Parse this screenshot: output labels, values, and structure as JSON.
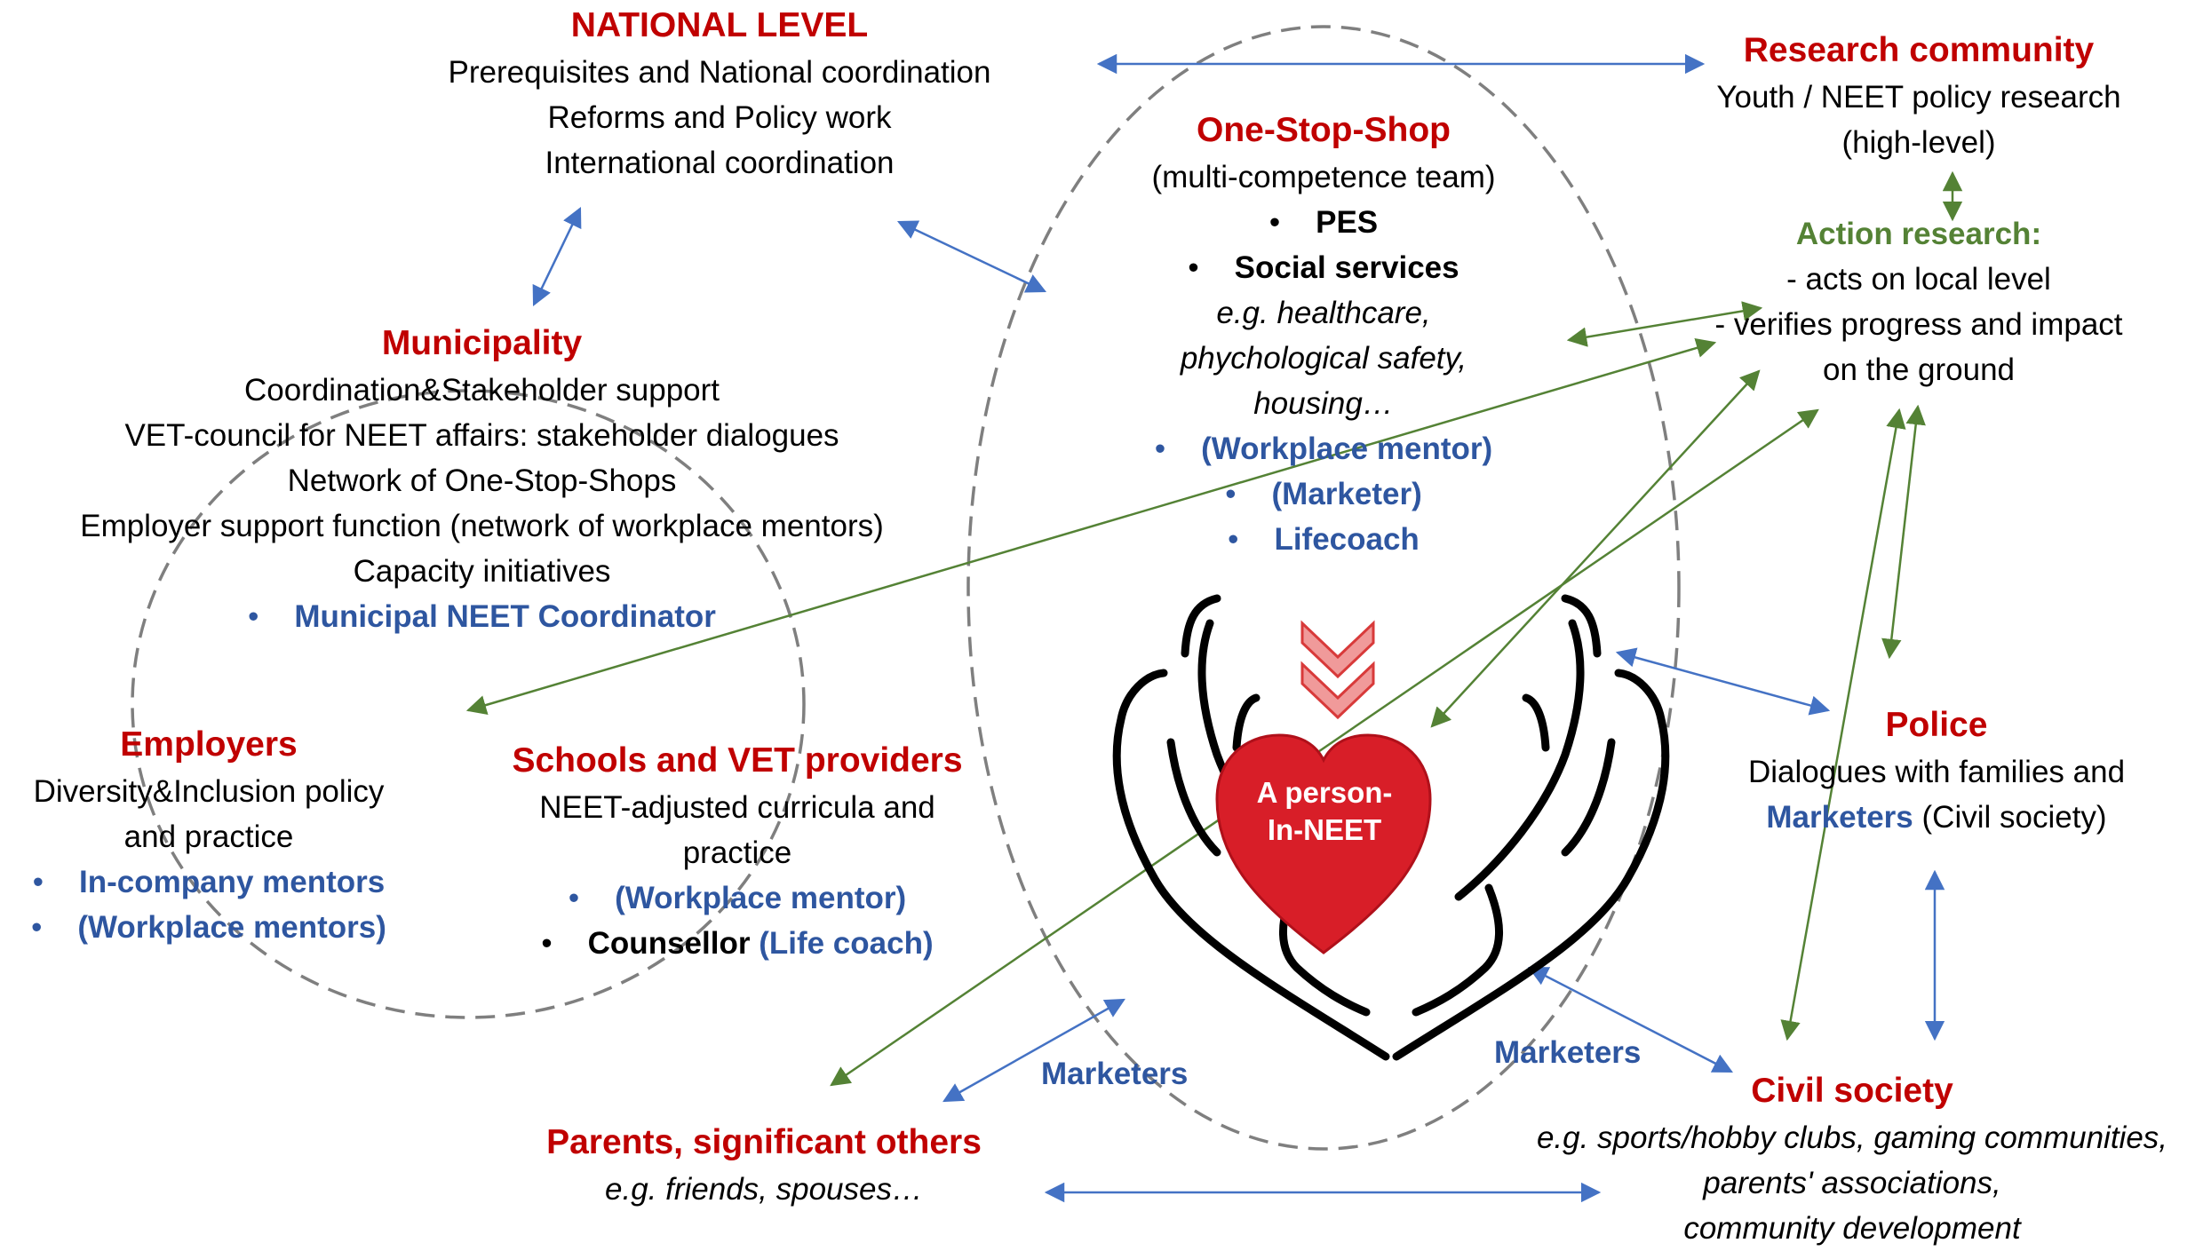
{
  "colors": {
    "heading_red": "#c00000",
    "blue": "#2e56a0",
    "green": "#548235",
    "arrow_blue": "#4472c4",
    "heart_red": "#d81e28",
    "dashed_gray": "#7f7f7f"
  },
  "national": {
    "title": "NATIONAL LEVEL",
    "lines": [
      "Prerequisites and National coordination",
      "Reforms and Policy work",
      "International coordination"
    ]
  },
  "research": {
    "title": "Research community",
    "lines": [
      "Youth / NEET policy research",
      "(high-level)"
    ]
  },
  "action": {
    "title": "Action research:",
    "lines": [
      "- acts on local level",
      "- verifies progress and impact",
      "on the ground"
    ]
  },
  "oss": {
    "title": "One-Stop-Shop",
    "subtitle": "(multi-competence team)",
    "pes": "PES",
    "social": "Social services",
    "social_detail": [
      "e.g. healthcare,",
      "phychological safety,",
      "housing…"
    ],
    "roles": [
      "(Workplace mentor)",
      "(Marketer)",
      "Lifecoach"
    ]
  },
  "municipality": {
    "title": "Municipality",
    "lines": [
      "Coordination&Stakeholder support",
      "VET-council for NEET affairs: stakeholder dialogues",
      "Network of One-Stop-Shops",
      "Employer support function (network of workplace mentors)",
      "Capacity initiatives"
    ],
    "coordinator": "Municipal NEET Coordinator"
  },
  "employers": {
    "title": "Employers",
    "lines": [
      "Diversity&Inclusion policy",
      "and practice"
    ],
    "roles": [
      "In-company mentors",
      "(Workplace mentors)"
    ]
  },
  "schools": {
    "title": "Schools and VET providers",
    "lines": [
      "NEET-adjusted curricula and",
      "practice"
    ],
    "role": "(Workplace mentor)",
    "counsellor": "Counsellor",
    "counsellor_role": "(Life coach)"
  },
  "police": {
    "title": "Police",
    "line1": "Dialogues with families and",
    "marketers": "Marketers",
    "line2_rest": "(Civil society)"
  },
  "civil": {
    "title": "Civil society",
    "lines": [
      "e.g. sports/hobby clubs, gaming communities,",
      "parents' associations,",
      "community development"
    ]
  },
  "parents": {
    "title": "Parents, significant others",
    "line": "e.g. friends, spouses…"
  },
  "marketers_left": "Marketers",
  "marketers_right": "Marketers",
  "heart": {
    "line1": "A person-",
    "line2": "In-NEET"
  },
  "icons": [
    "double-chevron-down-icon",
    "heart-icon",
    "caring-hands-icon"
  ]
}
